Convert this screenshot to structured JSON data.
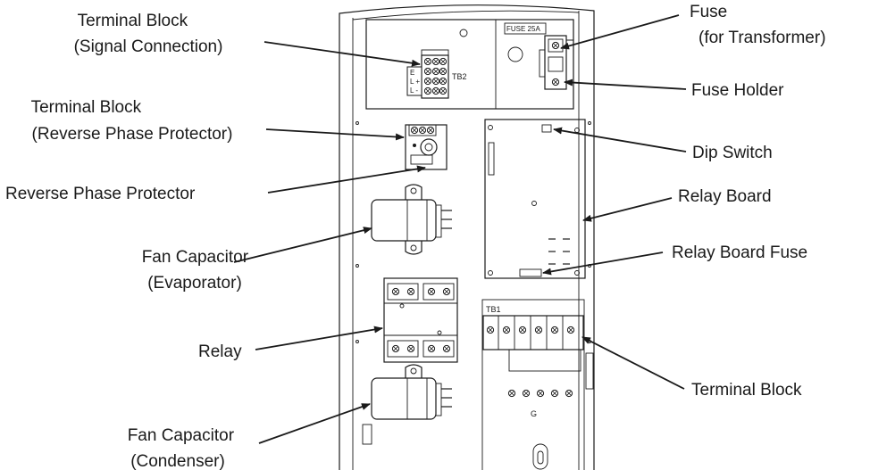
{
  "labels": {
    "terminal_block_signal": [
      "Terminal Block",
      "(Signal Connection)"
    ],
    "terminal_block_rpp": [
      "Terminal Block",
      "(Reverse Phase Protector)"
    ],
    "reverse_phase_protector": "Reverse Phase Protector",
    "fan_capacitor_evap": [
      "Fan Capacitor",
      "(Evaporator)"
    ],
    "relay": "Relay",
    "fan_capacitor_cond": [
      "Fan Capacitor",
      "(Condenser)"
    ],
    "fuse_transformer": [
      "Fuse",
      "(for Transformer)"
    ],
    "fuse_holder": "Fuse Holder",
    "dip_switch": "Dip Switch",
    "relay_board": "Relay Board",
    "relay_board_fuse": "Relay Board Fuse",
    "terminal_block": "Terminal Block"
  },
  "panel_text": {
    "tb2": "TB2",
    "tb1": "TB1",
    "fuse_rating": "FUSE 25A",
    "ground": "G",
    "tb2_e": "E",
    "tb2_l_plus": "L +",
    "tb2_l_minus": "L -"
  },
  "colors": {
    "ink": "#1a1a1a",
    "background": "#ffffff"
  }
}
